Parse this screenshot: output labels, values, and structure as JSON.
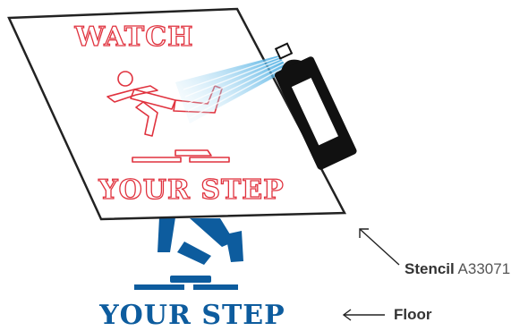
{
  "stencil": {
    "top_text": "WATCH",
    "bottom_text": "YOUR STEP",
    "stencil_color": "#e0323e"
  },
  "floor": {
    "text": "YOUR STEP",
    "paint_color": "#0d5c9e"
  },
  "callouts": {
    "stencil_label": "Stencil",
    "stencil_code": "A33071",
    "floor_label": "Floor"
  },
  "spray": {
    "mist_color": "#4fb4e6",
    "can_color": "#111111"
  },
  "icons": [
    "slip-figure-icon",
    "spray-can-icon",
    "arrow-icon"
  ]
}
